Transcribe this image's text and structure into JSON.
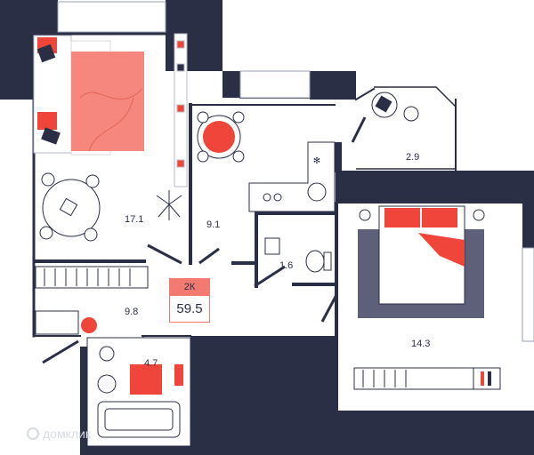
{
  "badge": {
    "type": "2К",
    "total_area": "59.5"
  },
  "rooms": [
    {
      "id": "living",
      "area": "17.1"
    },
    {
      "id": "kitchen",
      "area": "9.1"
    },
    {
      "id": "balcony",
      "area": "2.9"
    },
    {
      "id": "bathroom-small",
      "area": "1.6"
    },
    {
      "id": "hallway",
      "area": "9.8"
    },
    {
      "id": "bathroom",
      "area": "4.7"
    },
    {
      "id": "bedroom",
      "area": "14.3"
    }
  ],
  "watermark": "домклик",
  "colors": {
    "wall": "#2b2f45",
    "accent": "#f0453a",
    "accent_light": "#f5877e",
    "rug": "#5d6078"
  }
}
